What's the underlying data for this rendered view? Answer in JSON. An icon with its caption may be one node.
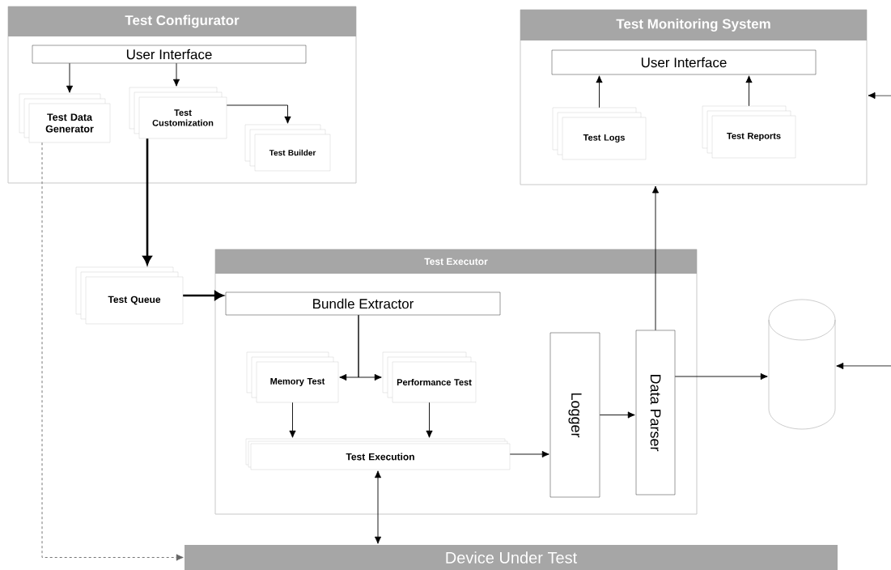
{
  "diagram": {
    "nodes": [
      {
        "text": [
          "Test Configurator"
        ]
      },
      {
        "text": [
          "User Interface"
        ],
        "in": 0
      },
      {
        "text": [
          "Test Data Generator"
        ],
        "in": 0
      },
      {
        "text": [
          "Test Customization"
        ],
        "in": 0
      },
      {
        "text": [
          "Test Builder"
        ],
        "in": 0
      },
      {
        "text": [
          "Test Monitoring System"
        ]
      },
      {
        "text": [
          "User Interface"
        ],
        "in": 5
      },
      {
        "text": [
          "Test Logs"
        ],
        "in": 5
      },
      {
        "text": [
          "Test Reports"
        ],
        "in": 5
      },
      {
        "text": [
          "Test Queue"
        ]
      },
      {
        "text": [
          "Test Executor"
        ]
      },
      {
        "text": [
          "Bundle Extractor"
        ],
        "in": 10
      },
      {
        "text": [
          "Memory Test"
        ],
        "in": 10
      },
      {
        "text": [
          "Performance Test"
        ],
        "in": 10
      },
      {
        "text": [
          "Test Execution"
        ],
        "in": 10
      },
      {
        "text": [
          "Logger"
        ],
        "in": 10
      },
      {
        "text": [
          "Data Parser"
        ],
        "in": 10
      },
      {
        "text": [],
        "shape": "cylinder"
      },
      {
        "text": [
          "Device Under Test"
        ]
      }
    ],
    "edges": [
      {
        "from": 1,
        "to": 2,
        "arrow": "to"
      },
      {
        "from": 1,
        "to": 3,
        "arrow": "to"
      },
      {
        "from": 3,
        "to": 4,
        "arrow": "to"
      },
      {
        "from": 7,
        "to": 6,
        "arrow": "to"
      },
      {
        "from": 8,
        "to": 6,
        "arrow": "to"
      },
      {
        "from": 3,
        "to": 9,
        "arrow": "to",
        "style": "thick"
      },
      {
        "from": 9,
        "to": 11,
        "arrow": "to",
        "style": "thick"
      },
      {
        "from": 11,
        "to": 12,
        "arrow": "to"
      },
      {
        "from": 11,
        "to": 13,
        "arrow": "to"
      },
      {
        "from": 12,
        "to": 14,
        "arrow": "to"
      },
      {
        "from": 13,
        "to": 14,
        "arrow": "to"
      },
      {
        "from": 14,
        "to": 15,
        "arrow": "to"
      },
      {
        "from": 15,
        "to": 16,
        "arrow": "to"
      },
      {
        "from": 16,
        "to": 5,
        "arrow": "to"
      },
      {
        "from": 16,
        "to": 17,
        "arrow": "to"
      },
      {
        "from": null,
        "to": 17,
        "arrow": "to"
      },
      {
        "from": null,
        "to": 5,
        "arrow": "to"
      },
      {
        "from": 14,
        "to": 18,
        "arrow": "both"
      },
      {
        "from": 2,
        "to": 18,
        "arrow": "to",
        "style": "dashed",
        "color": "#666666"
      }
    ]
  }
}
